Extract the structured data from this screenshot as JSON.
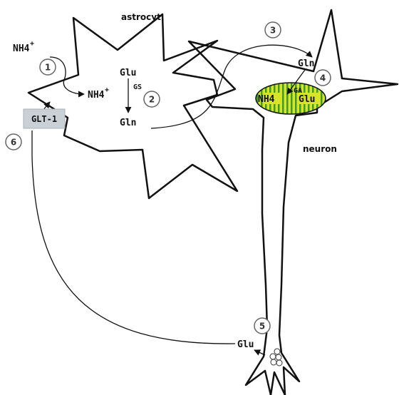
{
  "labels": {
    "astrocyte": "astrocyt",
    "neuron": "neuron",
    "nh4_outside": "NH4",
    "nh4_inside": "NH4",
    "plus": "+",
    "glu_astro": "Glu",
    "gs": "GS",
    "gln_astro": "Gln",
    "gln_neuron": "Gln",
    "ga": "GA",
    "nh4_mito": "NH4",
    "glu_mito": "Glu",
    "glt1": "GLT-1",
    "glu_synapse": "Glu"
  },
  "steps": [
    "1",
    "2",
    "3",
    "4",
    "5",
    "6"
  ],
  "colors": {
    "outline": "#111111",
    "mito_fill": "#d6e52a",
    "mito_stripe": "#3f9a2c",
    "glt1_fill": "#c9d1d6",
    "step_circle": "#666666"
  }
}
